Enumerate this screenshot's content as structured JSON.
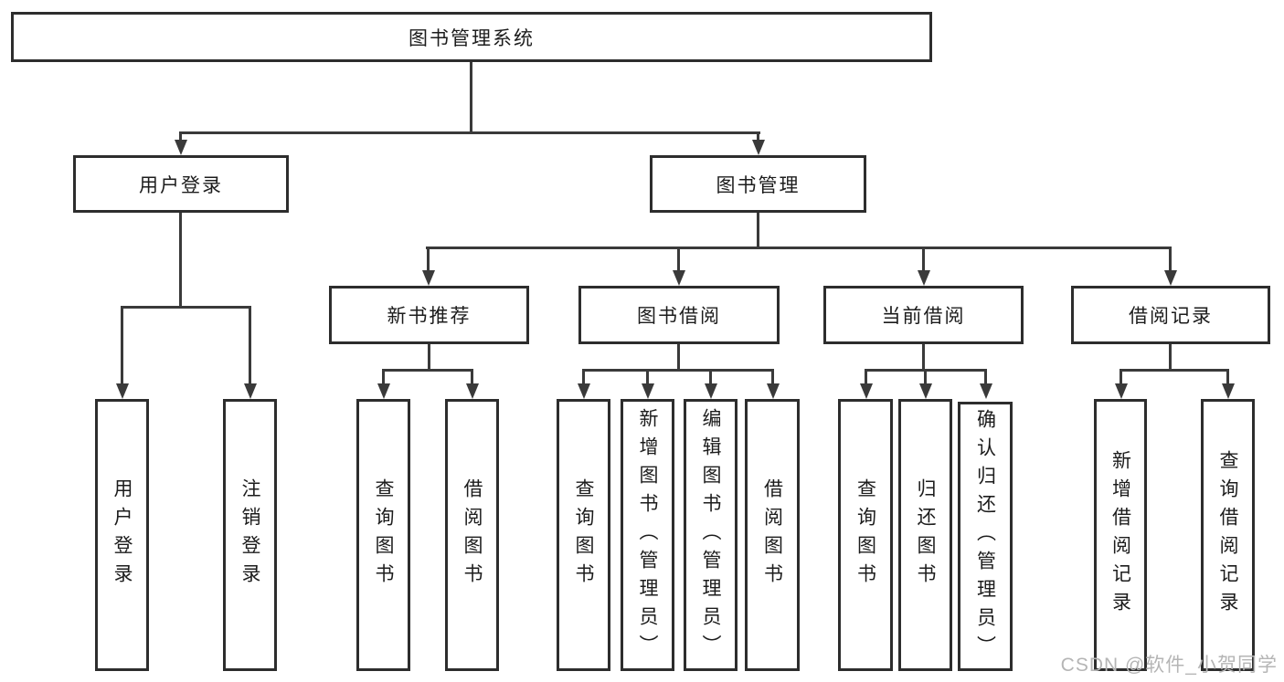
{
  "tree": {
    "root": "图书管理系统",
    "branches": [
      {
        "label": "用户登录",
        "children": [
          "用户登录",
          "注销登录"
        ]
      },
      {
        "label": "图书管理",
        "children": [
          {
            "label": "新书推荐",
            "children": [
              "查询图书",
              "借阅图书"
            ]
          },
          {
            "label": "图书借阅",
            "children": [
              "查询图书",
              "新增图书（管理员）",
              "编辑图书（管理员）",
              "借阅图书"
            ]
          },
          {
            "label": "当前借阅",
            "children": [
              "查询图书",
              "归还图书",
              "确认归还（管理员）"
            ]
          },
          {
            "label": "借阅记录",
            "children": [
              "新增借阅记录",
              "查询借阅记录"
            ]
          }
        ]
      }
    ]
  },
  "watermark": {
    "text": "CSDN @软件_小贺同学"
  },
  "colors": {
    "line": "#3a3a3a",
    "box_border": "#2d2d2d",
    "text": "#1c1c1c",
    "watermark": "#b5b5b5",
    "background": "#ffffff"
  }
}
